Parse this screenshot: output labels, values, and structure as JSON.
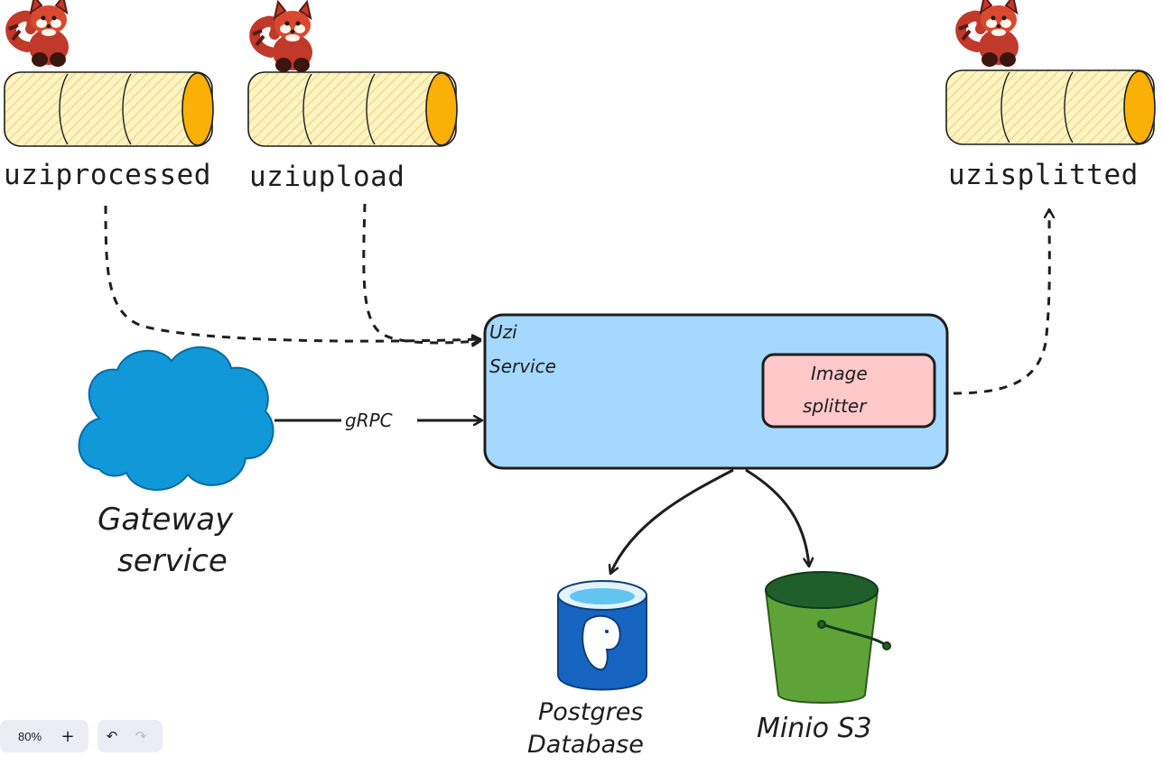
{
  "topics": {
    "processed": "uziprocessed",
    "upload": "uziupload",
    "splitted": "uzisplitted"
  },
  "service": {
    "title_line1": "Uzi",
    "title_line2": "Service",
    "component_line1": "Image",
    "component_line2": "splitter"
  },
  "gateway": {
    "line1": "Gateway",
    "line2": "service",
    "edge_label": "gRPC"
  },
  "postgres": {
    "line1": "Postgres",
    "line2": "Database"
  },
  "minio": {
    "label": "Minio S3"
  },
  "toolbar": {
    "zoom": "80%",
    "zoom_in_icon": "+",
    "undo_icon": "↶",
    "redo_icon": "↷"
  },
  "colors": {
    "service_fill": "#a5d8ff",
    "component_fill": "#ffc9c9",
    "cloud_fill": "#1098d8",
    "queue_fill": "#fff3bf",
    "queue_cap": "#fab005",
    "bucket_fill": "#5ea338",
    "bucket_rim": "#1e5e2a",
    "db_fill": "#1565c0",
    "panda": "#c0392b"
  },
  "icons": {
    "panda": "red-panda-icon",
    "database": "postgres-icon",
    "bucket": "bucket-icon",
    "cloud": "cloud-icon"
  }
}
